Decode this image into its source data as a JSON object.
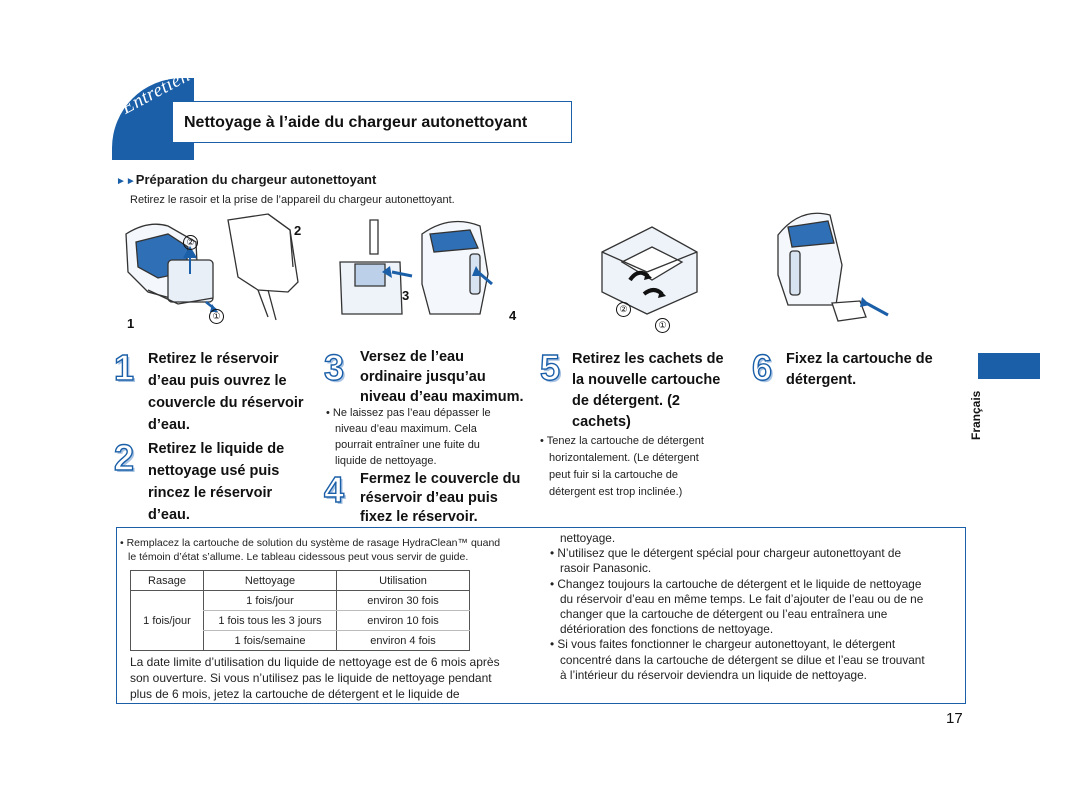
{
  "header": {
    "tab_label": "Entretien",
    "title": "Nettoyage à l’aide du chargeur autonettoyant"
  },
  "section": {
    "marker": "►►",
    "title": "Préparation du chargeur autonettoyant",
    "subtitle": "Retirez le rasoir et la prise de l’appareil du chargeur autonettoyant."
  },
  "illustration_labels": {
    "a_1": "1",
    "a_2": "2",
    "a_circ1": "①",
    "a_circ2": "②",
    "b_3": "3",
    "b_4": "4",
    "c_circ1": "①",
    "c_circ2": "②"
  },
  "steps": {
    "s1": {
      "num": "1",
      "lines": [
        "Retirez le réservoir",
        "d’eau puis ouvrez le",
        "couvercle du réservoir",
        "d’eau."
      ]
    },
    "s2": {
      "num": "2",
      "lines": [
        "Retirez le liquide de",
        "nettoyage usé puis",
        "rincez le réservoir",
        "d’eau."
      ]
    },
    "s3": {
      "num": "3",
      "lines": [
        "Versez de l’eau",
        "ordinaire jusqu’au",
        "niveau d’eau maximum."
      ],
      "bullet": [
        "• Ne laissez pas l’eau dépasser le",
        "niveau d’eau maximum. Cela",
        "pourrait entraîner une fuite du",
        "liquide de nettoyage."
      ]
    },
    "s4": {
      "num": "4",
      "lines": [
        "Fermez le couvercle du",
        "réservoir d’eau puis",
        "fixez le réservoir."
      ]
    },
    "s5": {
      "num": "5",
      "lines": [
        "Retirez les cachets de",
        "la nouvelle cartouche",
        "de détergent. (2",
        "cachets)"
      ],
      "bullet": [
        "• Tenez la cartouche de détergent",
        "horizontalement. (Le détergent",
        "peut fuir si la cartouche de",
        "détergent est trop inclinée.)"
      ]
    },
    "s6": {
      "num": "6",
      "lines": [
        "Fixez la cartouche de",
        "détergent."
      ]
    }
  },
  "language_tab": "Français",
  "notes_left": {
    "bullet1": [
      "• Remplacez la cartouche de solution du système de rasage HydraClean™ quand",
      "le témoin d’état s’allume. Le tableau cidessous peut vous servir de guide."
    ],
    "table": {
      "headers": [
        "Rasage",
        "Nettoyage",
        "Utilisation"
      ],
      "rasage_value": "1 fois/jour",
      "rows": [
        [
          "1 fois/jour",
          "environ 30 fois"
        ],
        [
          "1 fois tous les 3 jours",
          "environ 10 fois"
        ],
        [
          "1 fois/semaine",
          "environ 4 fois"
        ]
      ]
    },
    "para": [
      "La date limite d’utilisation du liquide de nettoyage est de 6 mois après",
      "son ouverture. Si vous n’utilisez pas le liquide de nettoyage pendant",
      "plus de 6 mois, jetez la cartouche de détergent et le liquide de"
    ]
  },
  "notes_right": [
    "nettoyage.",
    "• N’utilisez que le détergent spécial pour chargeur autonettoyant de",
    "rasoir Panasonic.",
    "• Changez toujours la cartouche de détergent et le liquide de nettoyage",
    "du réservoir d’eau en même temps. Le fait d’ajouter de l’eau ou de ne",
    "changer que la cartouche de détergent ou l’eau entraînera une",
    "détérioration des fonctions de nettoyage.",
    "• Si vous faites fonctionner le chargeur autonettoyant, le détergent",
    "concentré dans la cartouche de détergent se dilue et l’eau se trouvant",
    "à l’intérieur du réservoir deviendra un liquide de nettoyage."
  ],
  "page_number": "17",
  "colors": {
    "accent": "#1a5fa8"
  },
  "icons": [
    "arrow-icon",
    "rotate-arrow-icon",
    "device-illustration"
  ]
}
